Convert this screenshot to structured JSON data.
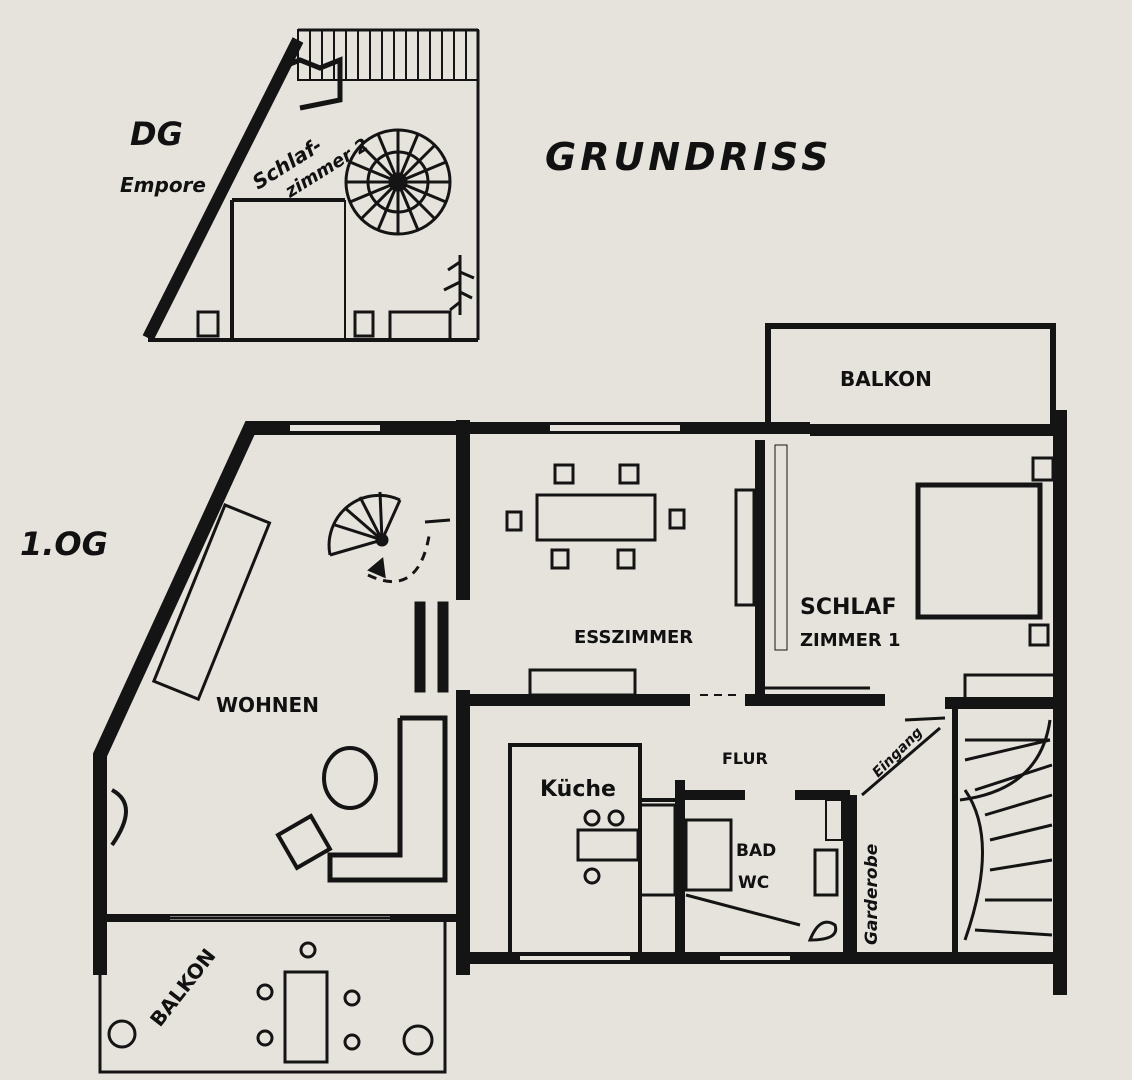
{
  "title": "GRUNDRISS",
  "dg": {
    "level": "DG",
    "sublevel": "Empore",
    "room": "Schlaf-",
    "room_line2": "zimmer 2"
  },
  "og": {
    "level": "1.OG",
    "rooms": {
      "wohnen": "WOHNEN",
      "esszimmer": "ESSZIMMER",
      "schlafzimmer_1": "SCHLAF",
      "schlafzimmer_1_line2": "ZIMMER 1",
      "balkon_top": "BALKON",
      "balkon_bottom": "BALKON",
      "flur": "FLUR",
      "kueche": "Küche",
      "bad": "BAD",
      "wc": "WC",
      "garderobe": "Garderobe",
      "eingang": "Eingang"
    }
  },
  "colors": {
    "paper": "#e6e3dc",
    "ink": "#141414"
  }
}
